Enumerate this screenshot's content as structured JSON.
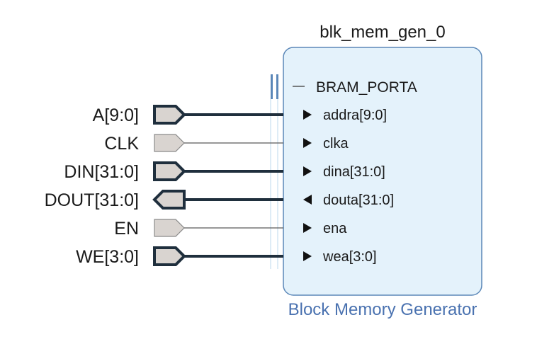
{
  "block": {
    "instance_name": "blk_mem_gen_0",
    "ip_name": "Block Memory Generator",
    "interface_name": "BRAM_PORTA",
    "body_color": "#e4f2fb",
    "border_color": "#5b87b8",
    "ip_label_color": "#4a72b0",
    "bus_bar_color": "#5b87b8",
    "pins": [
      {
        "name": "addra[9:0]",
        "direction": "input"
      },
      {
        "name": "clka",
        "direction": "input"
      },
      {
        "name": "dina[31:0]",
        "direction": "input"
      },
      {
        "name": "douta[31:0]",
        "direction": "output"
      },
      {
        "name": "ena",
        "direction": "input"
      },
      {
        "name": "wea[3:0]",
        "direction": "input"
      }
    ]
  },
  "ports": [
    {
      "name": "A[9:0]",
      "direction": "input",
      "bus": true
    },
    {
      "name": "CLK",
      "direction": "input",
      "bus": false
    },
    {
      "name": "DIN[31:0]",
      "direction": "input",
      "bus": true
    },
    {
      "name": "DOUT[31:0]",
      "direction": "output",
      "bus": true
    },
    {
      "name": "EN",
      "direction": "input",
      "bus": false
    },
    {
      "name": "WE[3:0]",
      "direction": "input",
      "bus": true
    }
  ],
  "colors": {
    "port_fill": "#d9d4d0",
    "port_stroke_bus": "#1f2f3d",
    "port_stroke_single": "#8a8a8a",
    "wire_bus": "#1f2f3d",
    "wire_single": "#5a5a5a",
    "pin_arrow": "#111111"
  }
}
